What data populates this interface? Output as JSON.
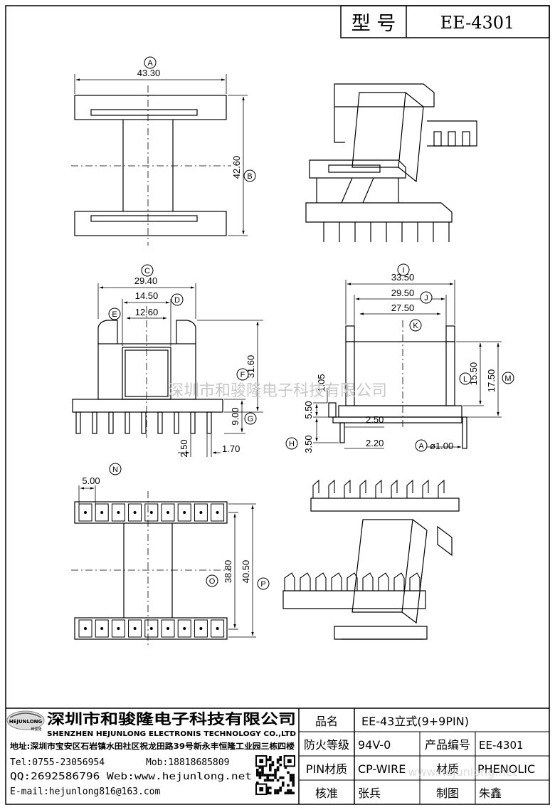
{
  "header": {
    "model_label": "型 号",
    "model_value": "EE-4301"
  },
  "bubbles": [
    "A",
    "B",
    "C",
    "D",
    "E",
    "F",
    "G",
    "H",
    "I",
    "J",
    "K",
    "L",
    "M",
    "N",
    "O",
    "P"
  ],
  "dims": {
    "a": "43.30",
    "b": "42.60",
    "c": "29.40",
    "d": "14.50",
    "e": "12.60",
    "f": "31.60",
    "g": "9.00",
    "h1": "2.50",
    "h2": "1.70",
    "i": "33.50",
    "j": "29.50",
    "k": "27.50",
    "l": "15.50",
    "m": "17.50",
    "n1": "1.05",
    "n2": "5.50",
    "n3": "3.50",
    "p1": "2.50",
    "p2": "2.20",
    "pin": "ø1.00",
    "pitch": "5.00",
    "o": "38.80",
    "p": "40.50"
  },
  "watermark": "深圳市和骏隆电子科技有限公司",
  "company": {
    "logo_text": "HEJUNLONG",
    "logo_sub": "和骏隆",
    "name_cn": "深圳市和骏隆电子科技有限公司",
    "name_en": "SHENZHEN HEJUNLONG ELECTRONIS TECHNOLOGY CO.,LTD",
    "address": "地址:深圳市宝安区石岩镇水田社区祝龙田路39号新永丰恒隆工业园三栋四楼",
    "tel": "Tel:0755-23056954",
    "mob": "Mob:18818685809",
    "qq_web": "QQ:2692586796 Web:www.hejunlong.net",
    "email": "E-mail:hejunlong816@163.com"
  },
  "table": {
    "name_label": "品名",
    "name_value": "EE-43立式(9+9PIN)",
    "fire_label": "防火等级",
    "fire_value": "94V-0",
    "code_label": "产品编号",
    "code_value": "EE-4301",
    "pin_label": "PIN材质",
    "pin_value": "CP-WIRE",
    "mat_label": "材质",
    "mat_value": "PHENOLIC",
    "check_label": "核准",
    "check_value": "张兵",
    "draw_label": "制图",
    "draw_value": "朱鑫"
  },
  "watermark_url": "www.hejunlong.net"
}
